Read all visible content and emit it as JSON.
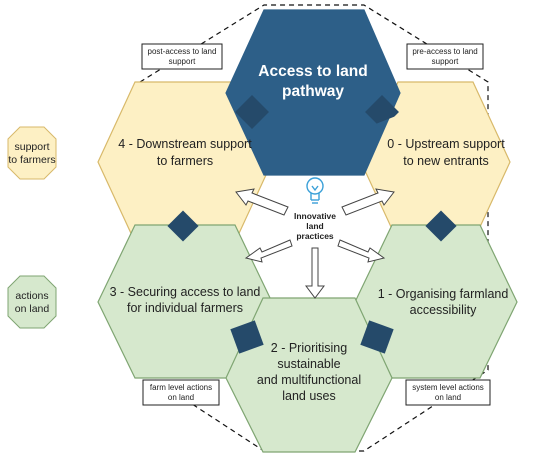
{
  "colors": {
    "accent_hex": "#2d5f88",
    "support_hex": "#fdf0c4",
    "support_stroke": "#d8b96a",
    "land_hex": "#d6e8cd",
    "land_stroke": "#7fa572",
    "connector": "#254a6a"
  },
  "top_hex": {
    "title_line1": "Access to land",
    "title_line2": "pathway"
  },
  "hexagons": {
    "h0": {
      "line1": "0 - Upstream support",
      "line2": "to new entrants"
    },
    "h4": {
      "line1": "4 - Downstream support",
      "line2": "to farmers"
    },
    "h1": {
      "line1": "1 - Organising farmland",
      "line2": "accessibility"
    },
    "h3": {
      "line1": "3 - Securing access to land",
      "line2": "for individual farmers"
    },
    "h2": {
      "line1": "2 - Prioritising",
      "line2": "sustainable",
      "line3": "and multifunctional",
      "line4": "land uses"
    }
  },
  "boxes": {
    "post_access": {
      "line1": "post-access to land",
      "line2": "support"
    },
    "pre_access": {
      "line1": "pre-access to land",
      "line2": "support"
    },
    "farm_level": {
      "line1": "farm level actions",
      "line2": "on land"
    },
    "system_level": {
      "line1": "system level actions",
      "line2": "on land"
    }
  },
  "legend": {
    "support": {
      "line1": "support",
      "line2": "to farmers"
    },
    "actions": {
      "line1": "actions",
      "line2": "on land"
    }
  },
  "center": {
    "icon": "lightbulb-icon",
    "line1": "Innovative",
    "line2": "land",
    "line3": "practices"
  }
}
